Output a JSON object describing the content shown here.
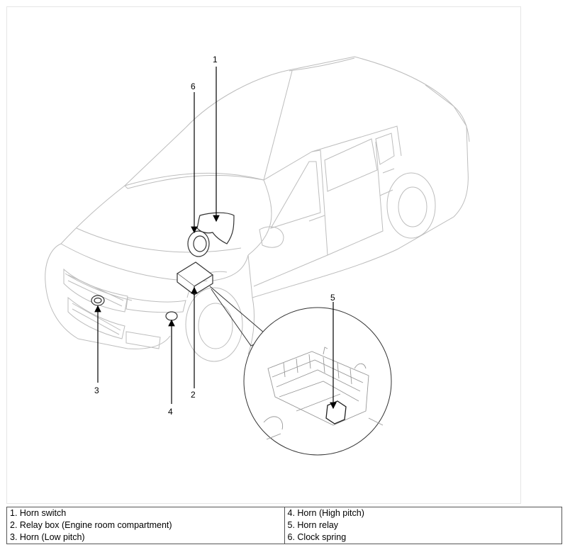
{
  "callouts": [
    "1",
    "2",
    "3",
    "4",
    "5",
    "6"
  ],
  "legend": {
    "left": [
      "1. Horn switch",
      "2. Relay box (Engine room compartment)",
      "3. Horn (Low pitch)"
    ],
    "right": [
      "4. Horn (High pitch)",
      "5. Horn relay",
      "6. Clock spring"
    ]
  }
}
